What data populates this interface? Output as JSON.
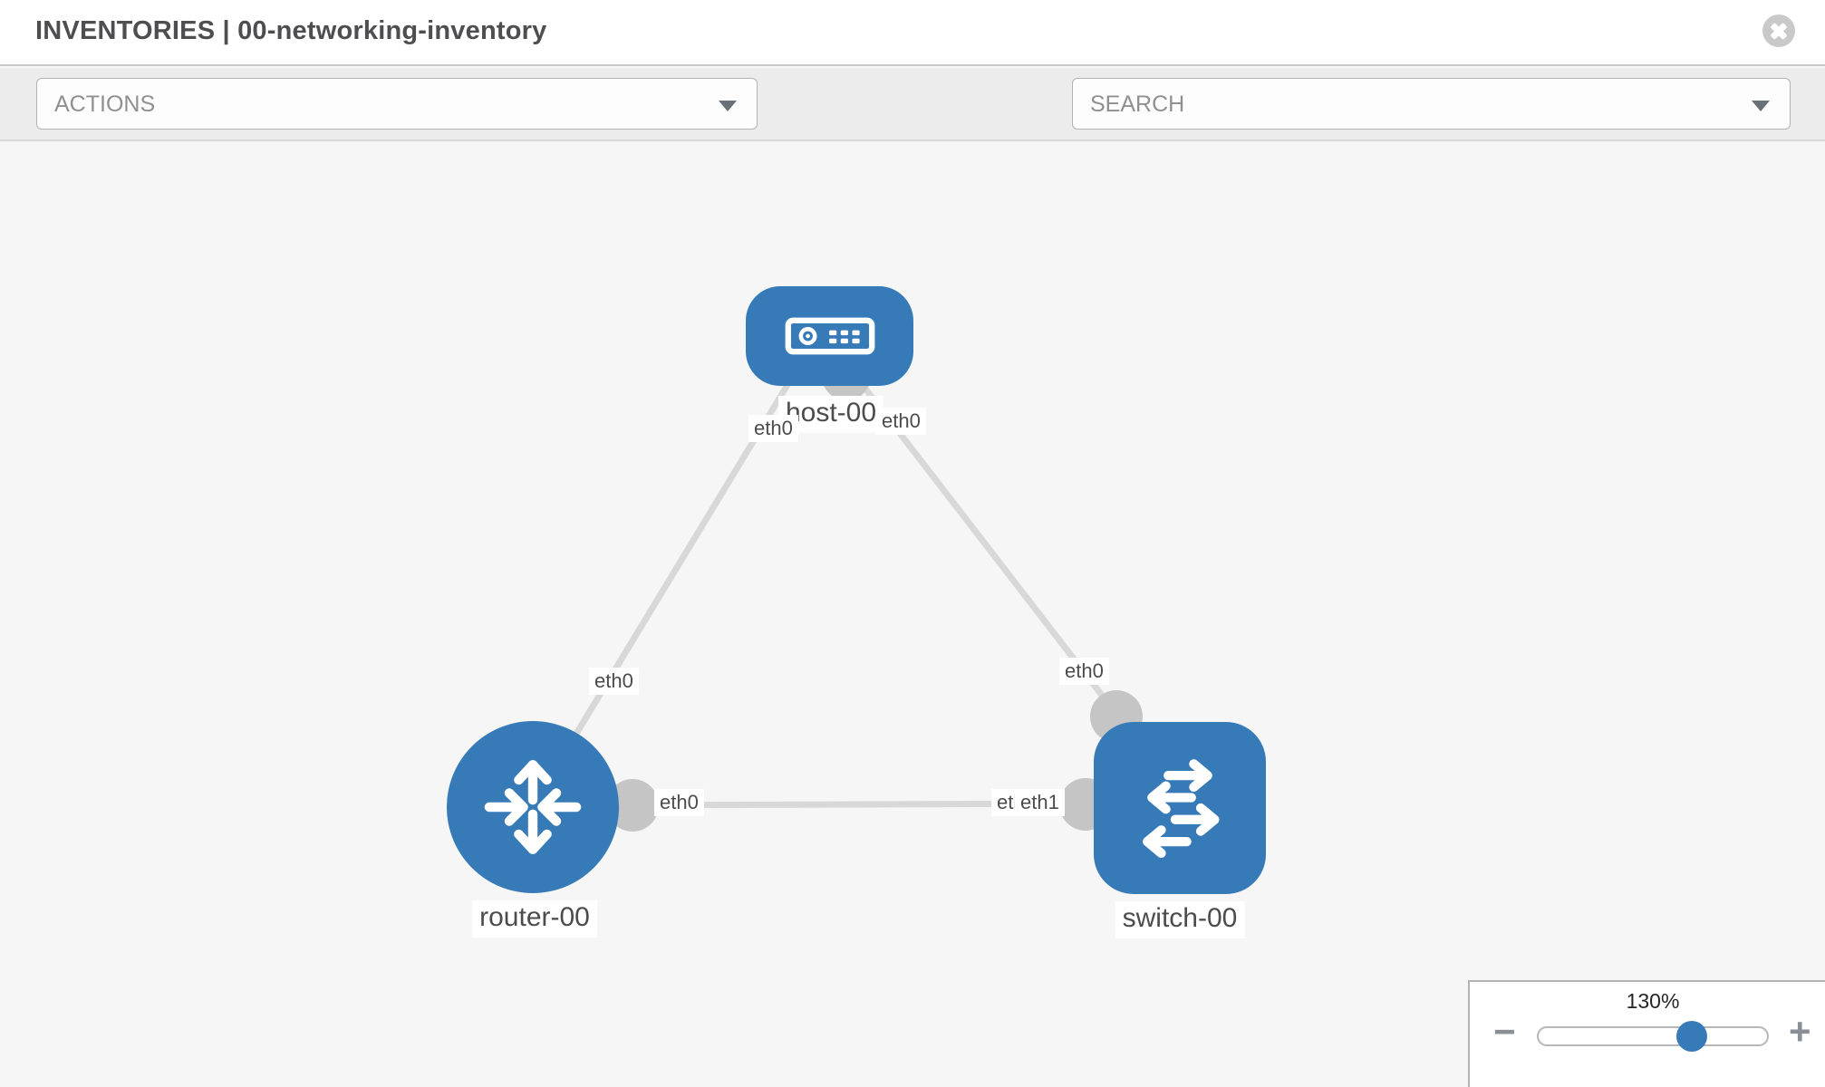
{
  "header": {
    "title": "INVENTORIES | 00-networking-inventory"
  },
  "toolbar": {
    "actions_placeholder": "ACTIONS",
    "search_placeholder": "SEARCH",
    "icons": [
      "wrench-icon",
      "key-icon"
    ]
  },
  "colors": {
    "node_blue": "#377ab8",
    "link_gray": "#d8d8d8",
    "connector_gray": "#c5c5c5",
    "toolbar_bg": "#ececec",
    "canvas_bg": "#f6f6f6"
  },
  "topology": {
    "nodes": [
      {
        "id": "host-00",
        "type": "host",
        "label": "host-00"
      },
      {
        "id": "router-00",
        "type": "router",
        "label": "router-00"
      },
      {
        "id": "switch-00",
        "type": "switch",
        "label": "switch-00"
      }
    ],
    "links": [
      {
        "from": "host-00",
        "to": "router-00",
        "from_interface": "eth0",
        "to_interface": "eth0"
      },
      {
        "from": "host-00",
        "to": "switch-00",
        "from_interface": "eth0",
        "to_interface": "eth0"
      },
      {
        "from": "router-00",
        "to": "switch-00",
        "from_interface": "eth0",
        "to_interface": "eth1",
        "overlapped_interface": "eth0"
      }
    ]
  },
  "zoom_control": {
    "value": "130%",
    "minus": "−",
    "plus": "+"
  }
}
